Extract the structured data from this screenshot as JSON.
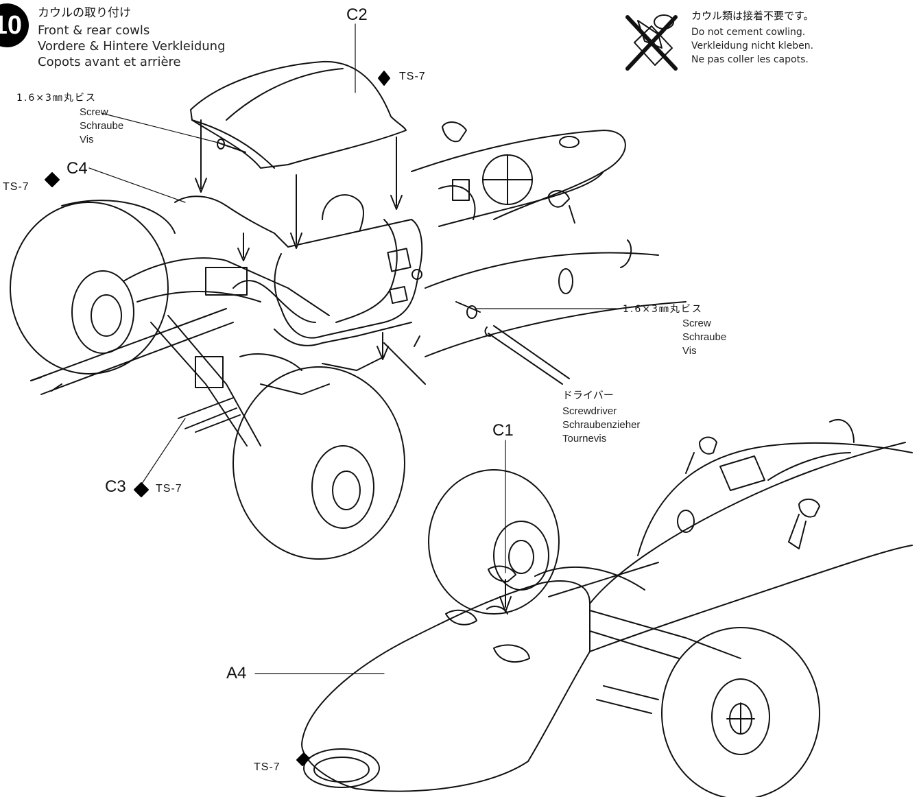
{
  "step": {
    "number": "10",
    "title_ja": "カウルの取り付け",
    "lines": [
      "Front & rear cowls",
      "Vordere & Hintere Verkleidung",
      "Copots avant et arrière"
    ]
  },
  "note": {
    "ja": "カウル類は接着不要です。",
    "lines": [
      "Do not cement cowling.",
      "Verkleidung nicht kleben.",
      "Ne pas coller les capots."
    ]
  },
  "parts": {
    "c1": "C1",
    "c2": "C2",
    "c3": "C3",
    "c4": "C4",
    "a4": "A4"
  },
  "paint": {
    "ts7": "TS-7"
  },
  "screw": {
    "spec": "1.6×3㎜丸ビス",
    "lines": [
      "Screw",
      "Schraube",
      "Vis"
    ]
  },
  "driver": {
    "ja": "ドライバー",
    "lines": [
      "Screwdriver",
      "Schraubenzieher",
      "Tournevis"
    ]
  },
  "colors": {
    "ink": "#111111",
    "paper": "#ffffff"
  }
}
